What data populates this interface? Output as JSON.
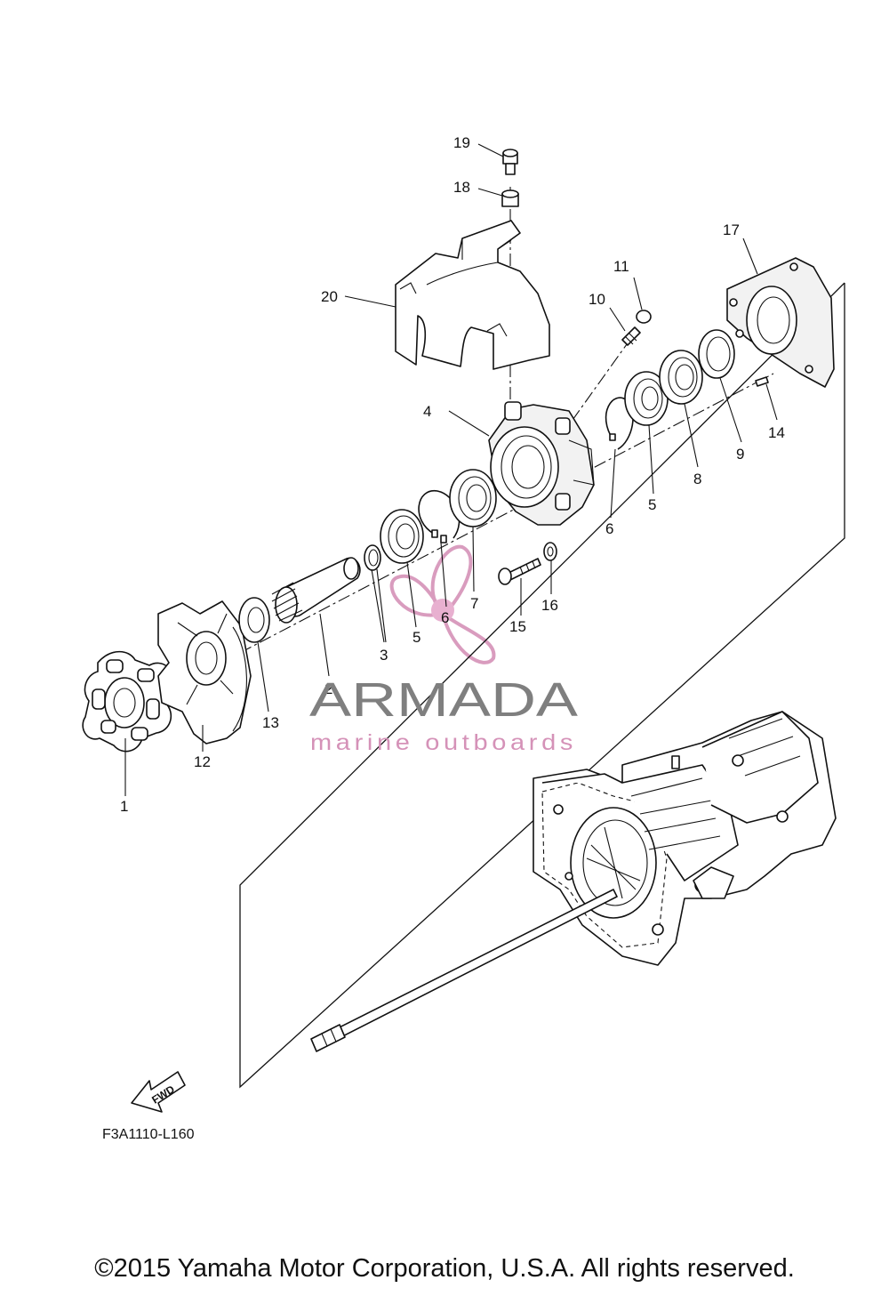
{
  "callouts": {
    "c1": "1",
    "c2": "2",
    "c3": "3",
    "c4": "4",
    "c5a": "5",
    "c5b": "5",
    "c6a": "6",
    "c6b": "6",
    "c7": "7",
    "c8": "8",
    "c9": "9",
    "c10": "10",
    "c11": "11",
    "c12": "12",
    "c13": "13",
    "c14": "14",
    "c15": "15",
    "c16": "16",
    "c17": "17",
    "c18": "18",
    "c19": "19",
    "c20": "20"
  },
  "watermark": {
    "brand": "ARMADA",
    "tagline": "marine outboards",
    "brand_color": "#7f7f7f",
    "accent_color": "#d592b8"
  },
  "diagram_code": "F3A1110-L160",
  "fwd_arrow_label": "FWD",
  "copyright": "©2015 Yamaha Motor Corporation, U.S.A. All rights reserved."
}
